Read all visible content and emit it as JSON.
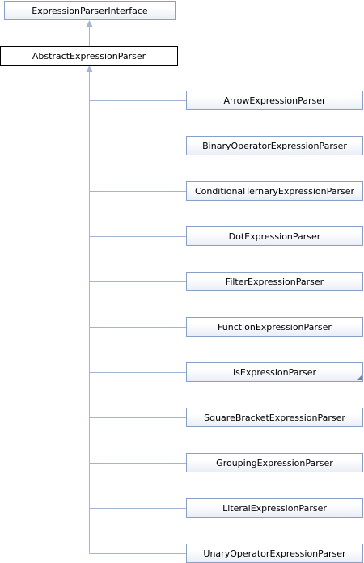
{
  "diagram": {
    "interface": {
      "label": "ExpressionParserInterface"
    },
    "base": {
      "label": "AbstractExpressionParser"
    },
    "children": [
      {
        "label": "ArrowExpressionParser",
        "has_more": false
      },
      {
        "label": "BinaryOperatorExpressionParser",
        "has_more": false
      },
      {
        "label": "ConditionalTernaryExpressionParser",
        "has_more": false
      },
      {
        "label": "DotExpressionParser",
        "has_more": false
      },
      {
        "label": "FilterExpressionParser",
        "has_more": false
      },
      {
        "label": "FunctionExpressionParser",
        "has_more": false
      },
      {
        "label": "IsExpressionParser",
        "has_more": true
      },
      {
        "label": "SquareBracketExpressionParser",
        "has_more": false
      },
      {
        "label": "GroupingExpressionParser",
        "has_more": false
      },
      {
        "label": "LiteralExpressionParser",
        "has_more": false
      },
      {
        "label": "UnaryOperatorExpressionParser",
        "has_more": false
      }
    ],
    "colors": {
      "edge": "#a3b4d6",
      "node_border": "#8a9fc7",
      "current_border": "#000000"
    }
  }
}
